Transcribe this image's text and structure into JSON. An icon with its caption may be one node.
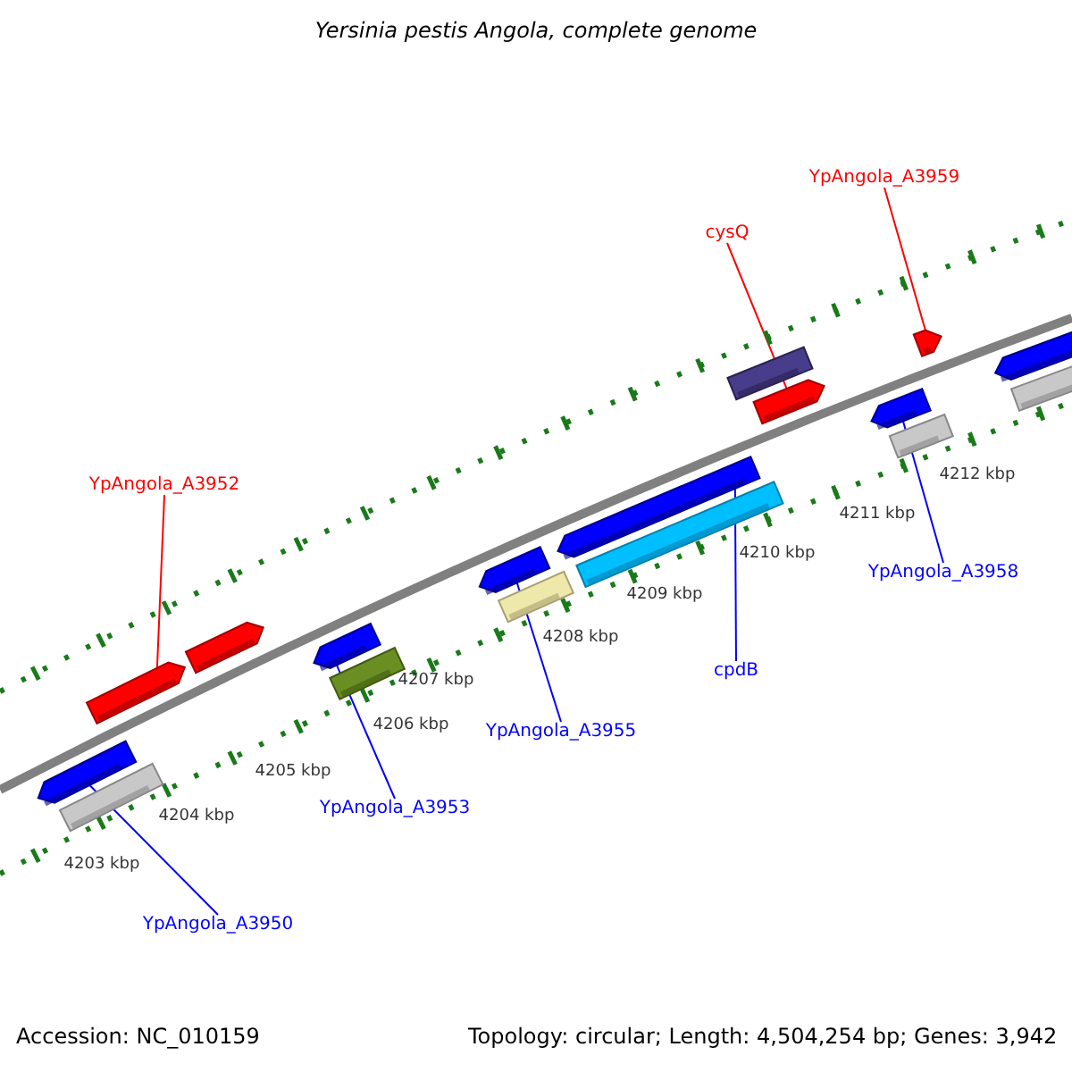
{
  "diagram": {
    "title": "Yersinia pestis Angola, complete genome",
    "nodes": [
      {
        "text": [
          "YpAngola_A3959"
        ]
      },
      {
        "text": [
          "cysQ"
        ]
      },
      {
        "text": [
          "YpAngola_A3952"
        ]
      },
      {
        "text": [
          "cpdB"
        ]
      },
      {
        "text": [
          "YpAngola_A3958"
        ]
      },
      {
        "text": [
          "YpAngola_A3955"
        ]
      },
      {
        "text": [
          "YpAngola_A3953"
        ]
      },
      {
        "text": [
          "YpAngola_A3950"
        ]
      },
      {
        "text": [],
        "shape": "arrow"
      },
      {
        "text": [],
        "shape": "bar"
      },
      {
        "text": [],
        "shape": "arrow"
      },
      {
        "text": [],
        "shape": "arrow"
      },
      {
        "text": [],
        "shape": "arrow"
      },
      {
        "text": [],
        "shape": "bar"
      },
      {
        "text": [],
        "shape": "arrow"
      },
      {
        "text": [],
        "shape": "bar"
      },
      {
        "text": [],
        "shape": "arrow"
      },
      {
        "text": [],
        "shape": "bar"
      },
      {
        "text": [],
        "shape": "bar"
      },
      {
        "text": [],
        "shape": "arrow"
      },
      {
        "text": [],
        "shape": "arrow"
      },
      {
        "text": [],
        "shape": "bar"
      },
      {
        "text": [],
        "shape": "arrow"
      },
      {
        "text": [],
        "shape": "arrow"
      },
      {
        "text": [],
        "shape": "bar"
      }
    ],
    "edges": [
      {
        "from": 0,
        "to": 22,
        "arrow": "none",
        "color": "#ff0000"
      },
      {
        "from": 1,
        "to": 19,
        "arrow": "none",
        "color": "#ff0000"
      },
      {
        "from": 2,
        "to": 10,
        "arrow": "none",
        "color": "#ff0000"
      },
      {
        "from": 3,
        "to": 16,
        "arrow": "none",
        "color": "#0000ff"
      },
      {
        "from": 4,
        "to": 20,
        "arrow": "none",
        "color": "#0000ff"
      },
      {
        "from": 5,
        "to": 14,
        "arrow": "none",
        "color": "#0000ff"
      },
      {
        "from": 6,
        "to": 12,
        "arrow": "none",
        "color": "#0000ff"
      },
      {
        "from": 7,
        "to": 8,
        "arrow": "none",
        "color": "#0000ff"
      }
    ],
    "labels": [
      "4203 kbp",
      "4204 kbp",
      "4205 kbp",
      "4206 kbp",
      "4207 kbp",
      "4208 kbp",
      "4209 kbp",
      "4210 kbp",
      "4211 kbp",
      "4212 kbp",
      "Accession: NC_010159",
      "Topology: circular; Length: 4,504,254 bp; Genes: 3,942"
    ]
  }
}
